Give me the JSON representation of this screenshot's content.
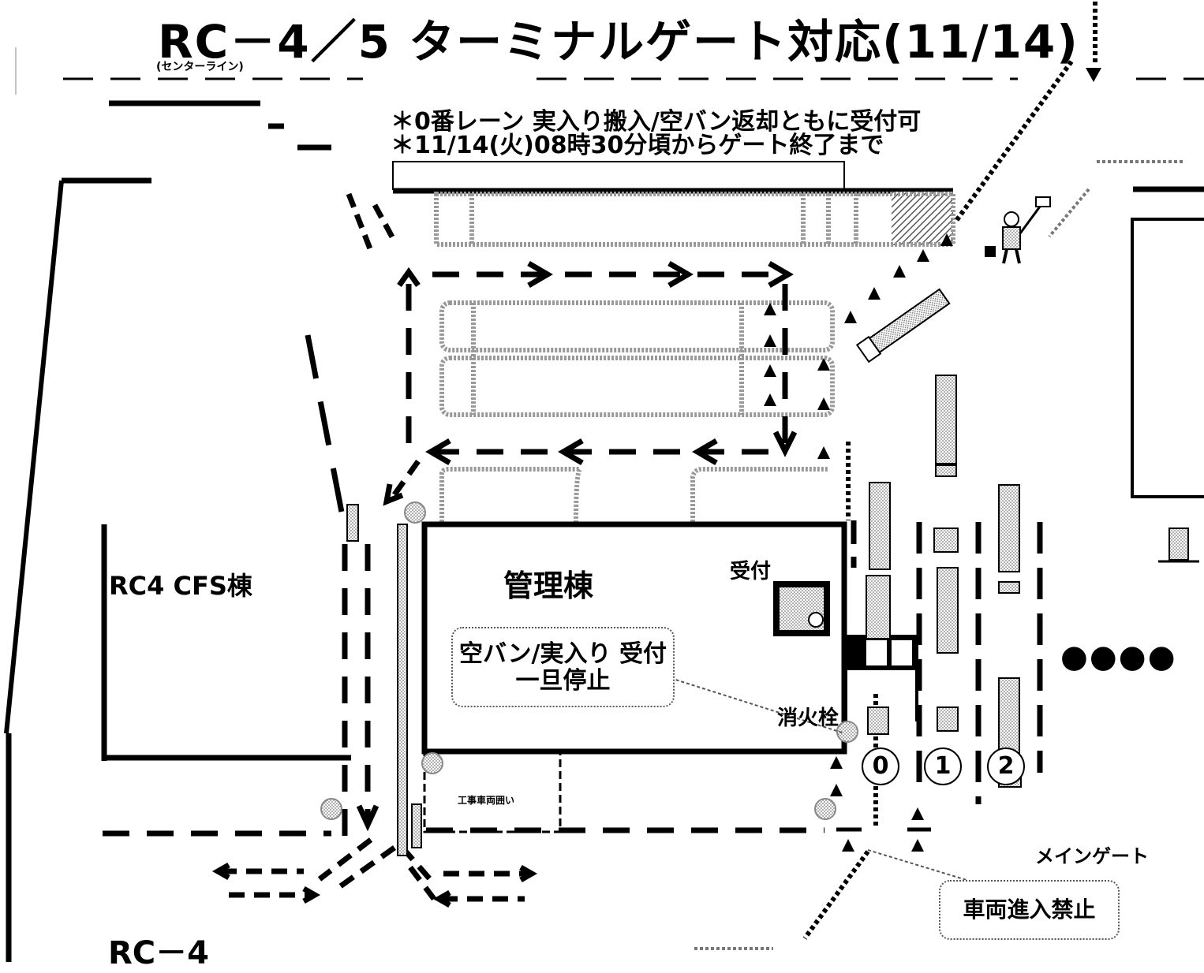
{
  "title": "RC－4／5 ターミナルゲート対応(11/14)",
  "subtitle": "(センターライン)",
  "notices": [
    "＊0番レーン 実入り搬入/空バン返却ともに受付可",
    "＊11/14(火)08時30分頃からゲート終了まで"
  ],
  "labels": {
    "rc4_cfs": "RC4 CFS棟",
    "admin_building": "管理棟",
    "reception": "受付",
    "hydrant": "消火栓",
    "construction": "工事車両囲い",
    "main_gate": "メインゲート",
    "rc4": "RC－4",
    "more_lanes": "●●●●"
  },
  "callouts": {
    "stop_line1": "空バン/実入り 受付",
    "stop_line2": "一旦停止",
    "no_entry": "車両進入禁止"
  },
  "lanes": [
    "0",
    "1",
    "2"
  ]
}
